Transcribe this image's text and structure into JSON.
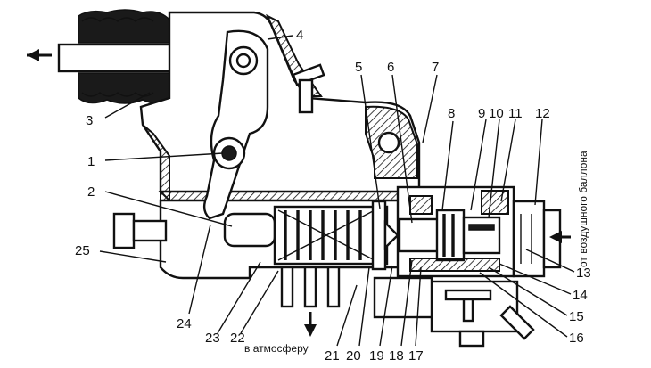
{
  "callouts": [
    {
      "id": "1",
      "text": "1"
    },
    {
      "id": "2",
      "text": "2"
    },
    {
      "id": "3",
      "text": "3"
    },
    {
      "id": "4",
      "text": "4"
    },
    {
      "id": "5",
      "text": "5"
    },
    {
      "id": "6",
      "text": "6"
    },
    {
      "id": "7",
      "text": "7"
    },
    {
      "id": "8",
      "text": "8"
    },
    {
      "id": "9",
      "text": "9"
    },
    {
      "id": "10",
      "text": "10"
    },
    {
      "id": "11",
      "text": "11"
    },
    {
      "id": "12",
      "text": "12"
    },
    {
      "id": "13",
      "text": "13"
    },
    {
      "id": "14",
      "text": "14"
    },
    {
      "id": "15",
      "text": "15"
    },
    {
      "id": "16",
      "text": "16"
    },
    {
      "id": "17",
      "text": "17"
    },
    {
      "id": "18",
      "text": "18"
    },
    {
      "id": "19",
      "text": "19"
    },
    {
      "id": "20",
      "text": "20"
    },
    {
      "id": "21",
      "text": "21"
    },
    {
      "id": "22",
      "text": "22"
    },
    {
      "id": "23",
      "text": "23"
    },
    {
      "id": "24",
      "text": "24"
    },
    {
      "id": "25",
      "text": "25"
    }
  ],
  "notes": {
    "to_atmosphere": "в атмосферу",
    "from_air_tank": "от воздушного баллона"
  }
}
